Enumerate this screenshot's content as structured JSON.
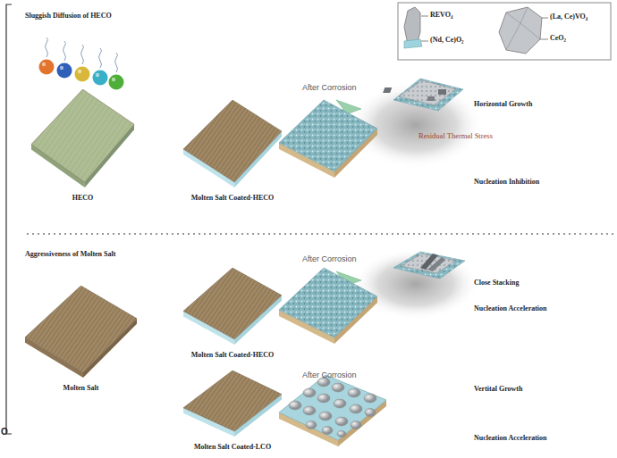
{
  "diagram": {
    "nodes": [
      {
        "text": [
          "HECO"
        ]
      },
      {
        "text": [
          "Molten Salt Coated-HECO"
        ]
      },
      {
        "text": [
          "Molten Salt"
        ]
      },
      {
        "text": [
          "Molten Salt Coated-HECO"
        ]
      },
      {
        "text": [
          "Molten Salt Coated-LCO"
        ]
      }
    ],
    "labels": [
      "Sluggish Diffusion of HECO",
      "After Corrosion",
      "Horizontal Growth",
      "Residual Thermal Stress",
      "Nucleation Inhibition",
      "Aggressiveness of Molten Salt",
      "After Corrosion",
      "Close Stacking",
      "Nucleation Acceleration",
      "After Corrosion",
      "Vertital Growth",
      "Nucleation Acceleration",
      "O"
    ],
    "legend": [
      {
        "text": "REVO₄"
      },
      {
        "text": "(Nd, Ce)O₂"
      },
      {
        "text": "(La, Ce)VO₄"
      },
      {
        "text": "CeO₂"
      }
    ]
  }
}
